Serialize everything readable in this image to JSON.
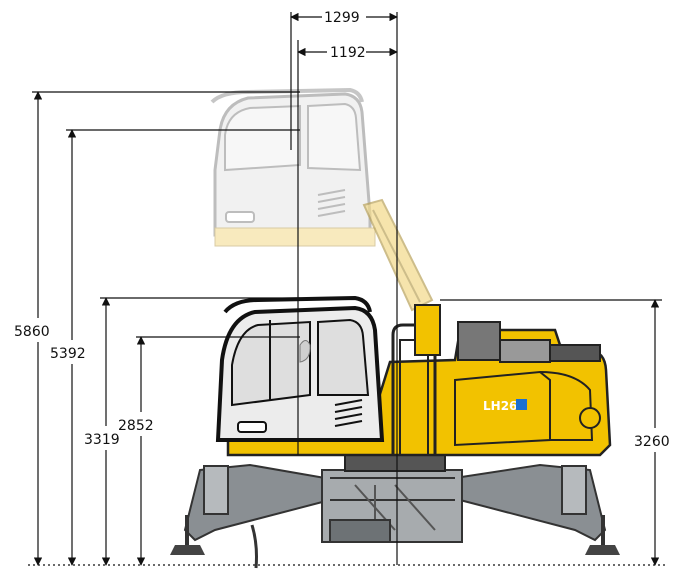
{
  "dimensions": {
    "top_width_1": "1299",
    "top_width_2": "1192",
    "h_left_1": "5860",
    "h_left_2": "5392",
    "h_left_3": "3319",
    "h_left_4": "2852",
    "h_right": "3260"
  },
  "machine": {
    "model_badge": "LH26"
  },
  "colors": {
    "line": "#111111",
    "body_yellow": "#f2c200",
    "undercarriage_grey": "#8a8f93",
    "cab_grey": "#dcdcdc",
    "ghost_yellow": "#f6e3a3"
  }
}
